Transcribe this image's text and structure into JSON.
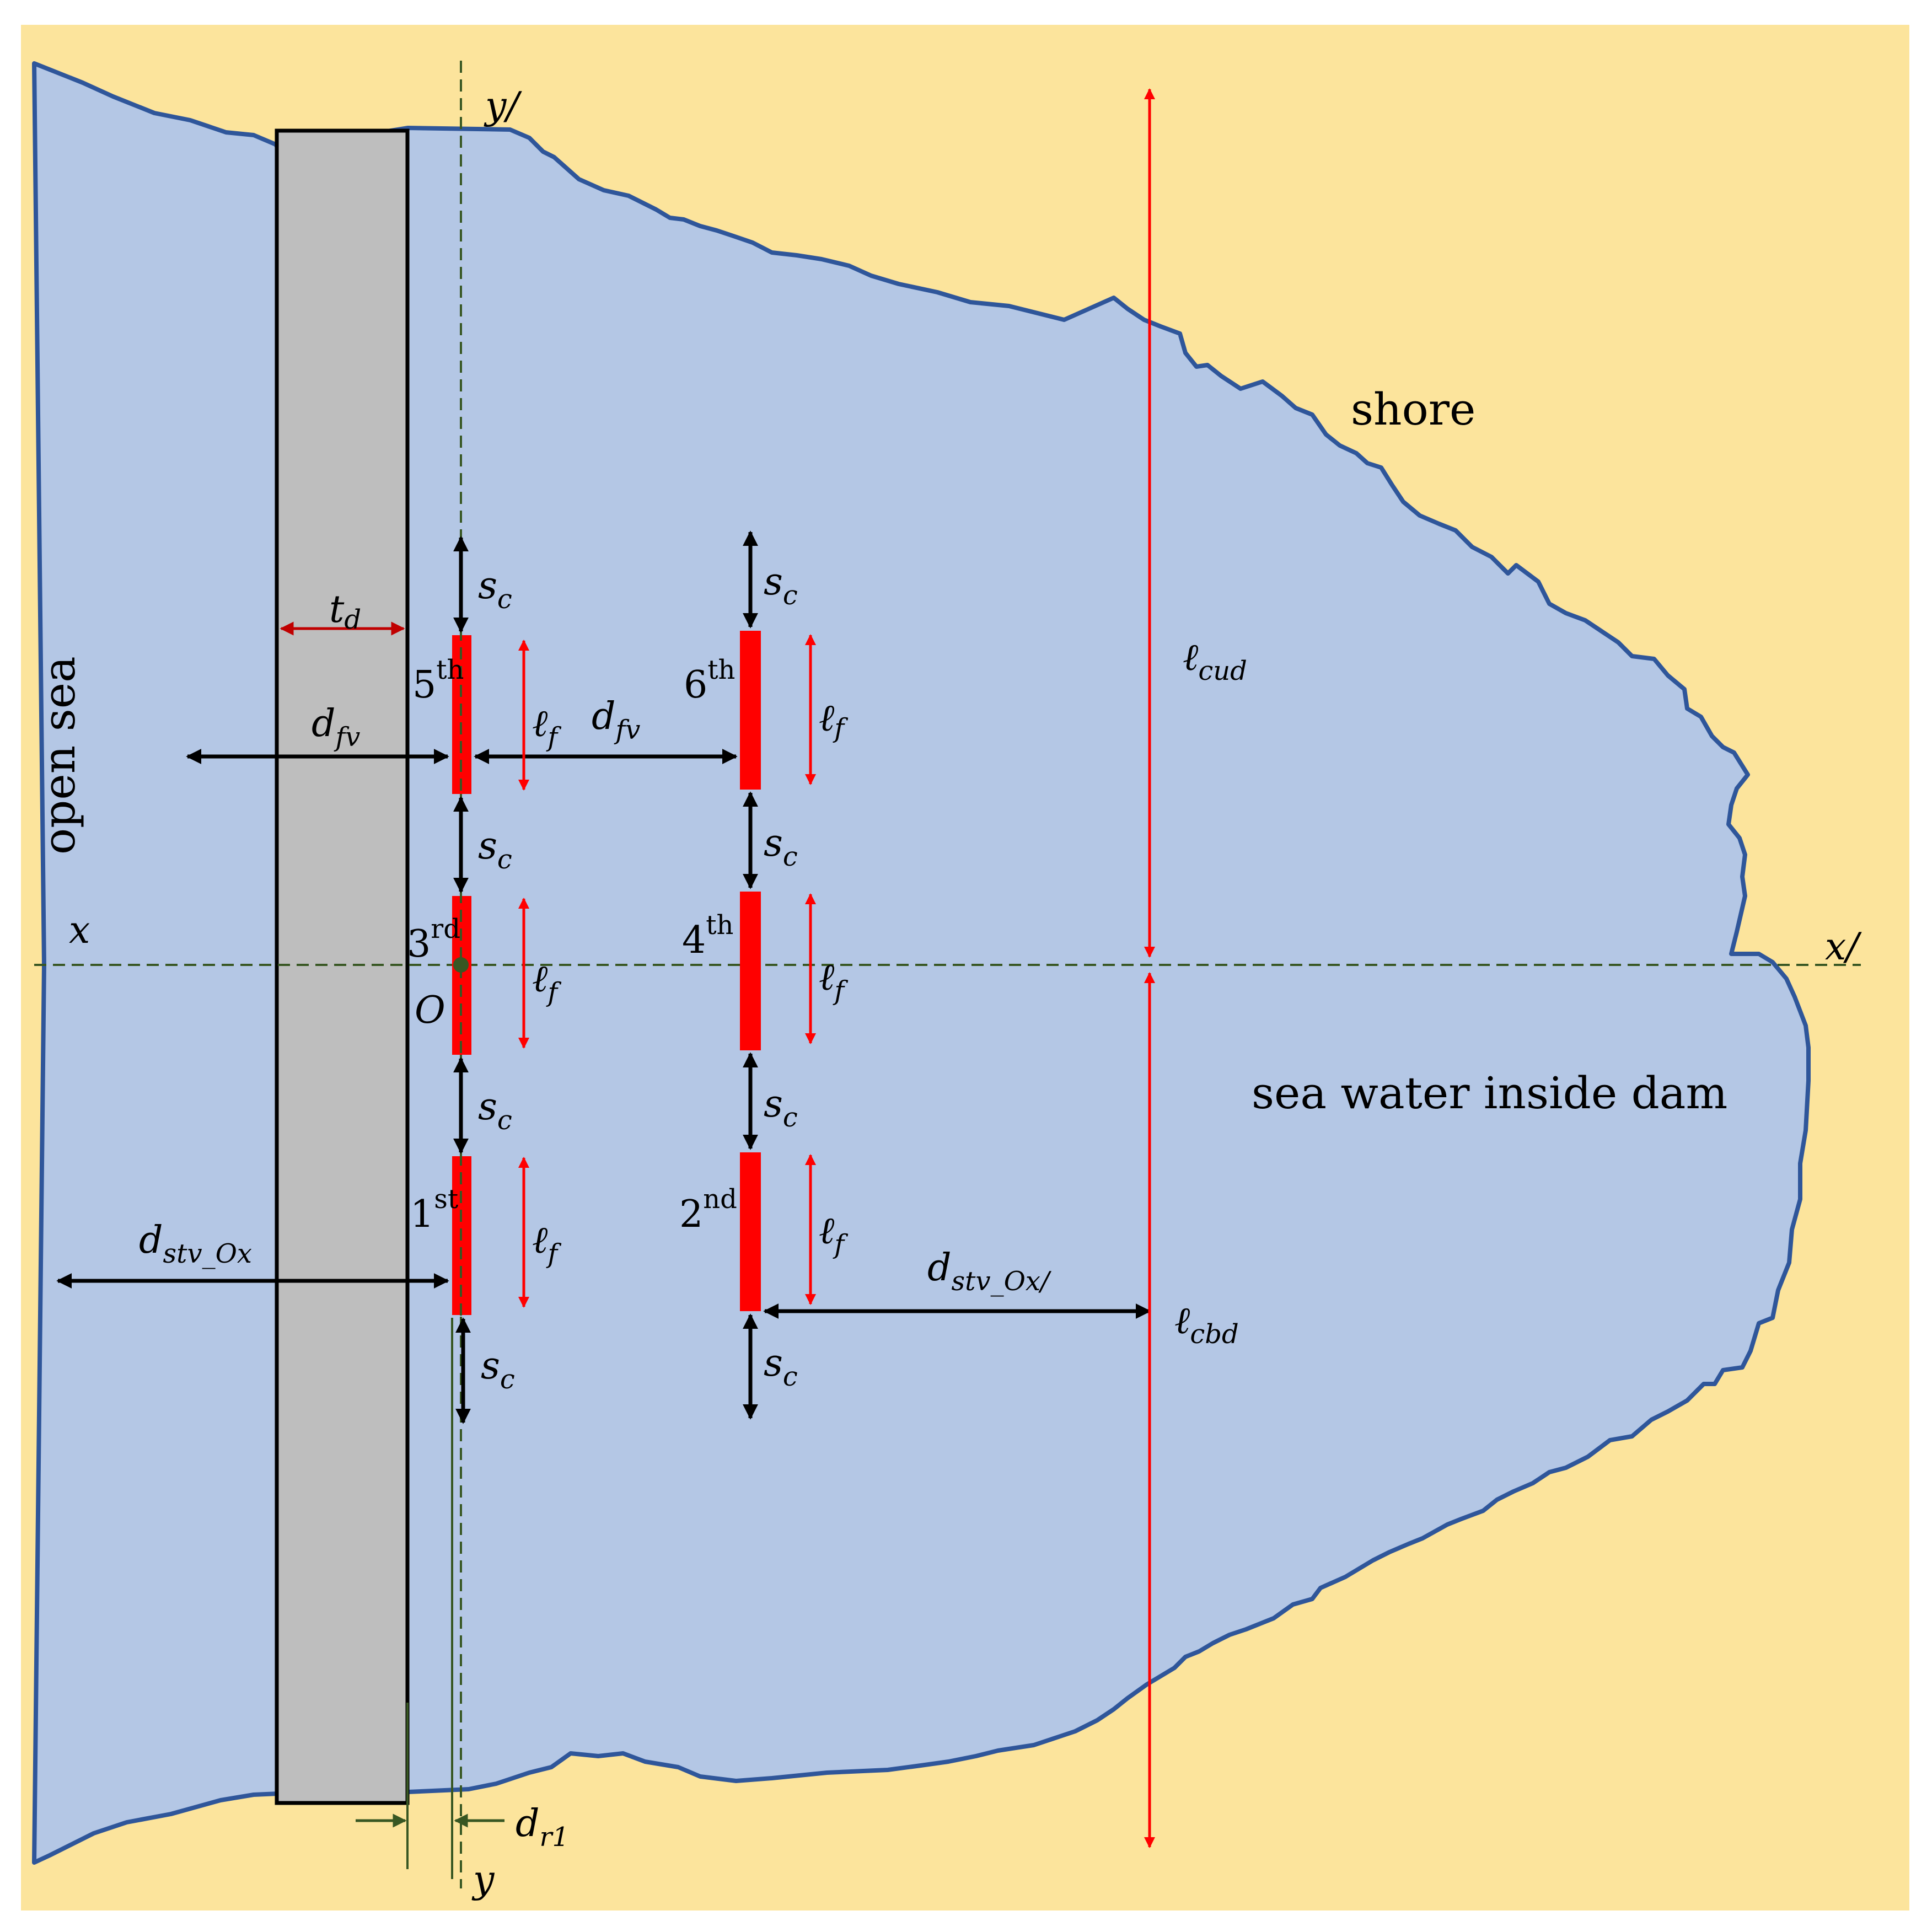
{
  "colors": {
    "sand": "#FCE49C",
    "water": "#B4C7E5",
    "shore_line": "#2F569A",
    "dam_fill": "#BEBEBE",
    "dam_stroke": "#000000",
    "float_red": "#FF0000",
    "axis_green": "#385723",
    "dark_red_arrow": "#C00000",
    "black": "#000000"
  },
  "labels": {
    "shore": "shore",
    "open_sea": "open sea",
    "sea_water_inside_dam": "sea water inside dam"
  },
  "axes": {
    "x": "x",
    "x_prime": "x/",
    "y": "y",
    "y_prime": "y/",
    "origin": "O"
  },
  "dimensions": {
    "td": {
      "main": "t",
      "sub": "d"
    },
    "dfv": {
      "main": "d",
      "sub": "fv"
    },
    "sc": {
      "main": "s",
      "sub": "c"
    },
    "lf": {
      "main": "ℓ",
      "sub": "f"
    },
    "lcud": {
      "main": "ℓ",
      "sub": "cud"
    },
    "lcbd": {
      "main": "ℓ",
      "sub": "cbd"
    },
    "dstv_ox": {
      "main": "d",
      "sub": "stv_Ox"
    },
    "dstv_ox_prime": {
      "main": "d",
      "sub": "stv_Ox/"
    },
    "dr1": {
      "main": "d",
      "sub": "r1"
    }
  },
  "floats": [
    {
      "num": "1",
      "sup": "st"
    },
    {
      "num": "2",
      "sup": "nd"
    },
    {
      "num": "3",
      "sup": "rd"
    },
    {
      "num": "4",
      "sup": "th"
    },
    {
      "num": "5",
      "sup": "th"
    },
    {
      "num": "6",
      "sup": "th"
    }
  ]
}
